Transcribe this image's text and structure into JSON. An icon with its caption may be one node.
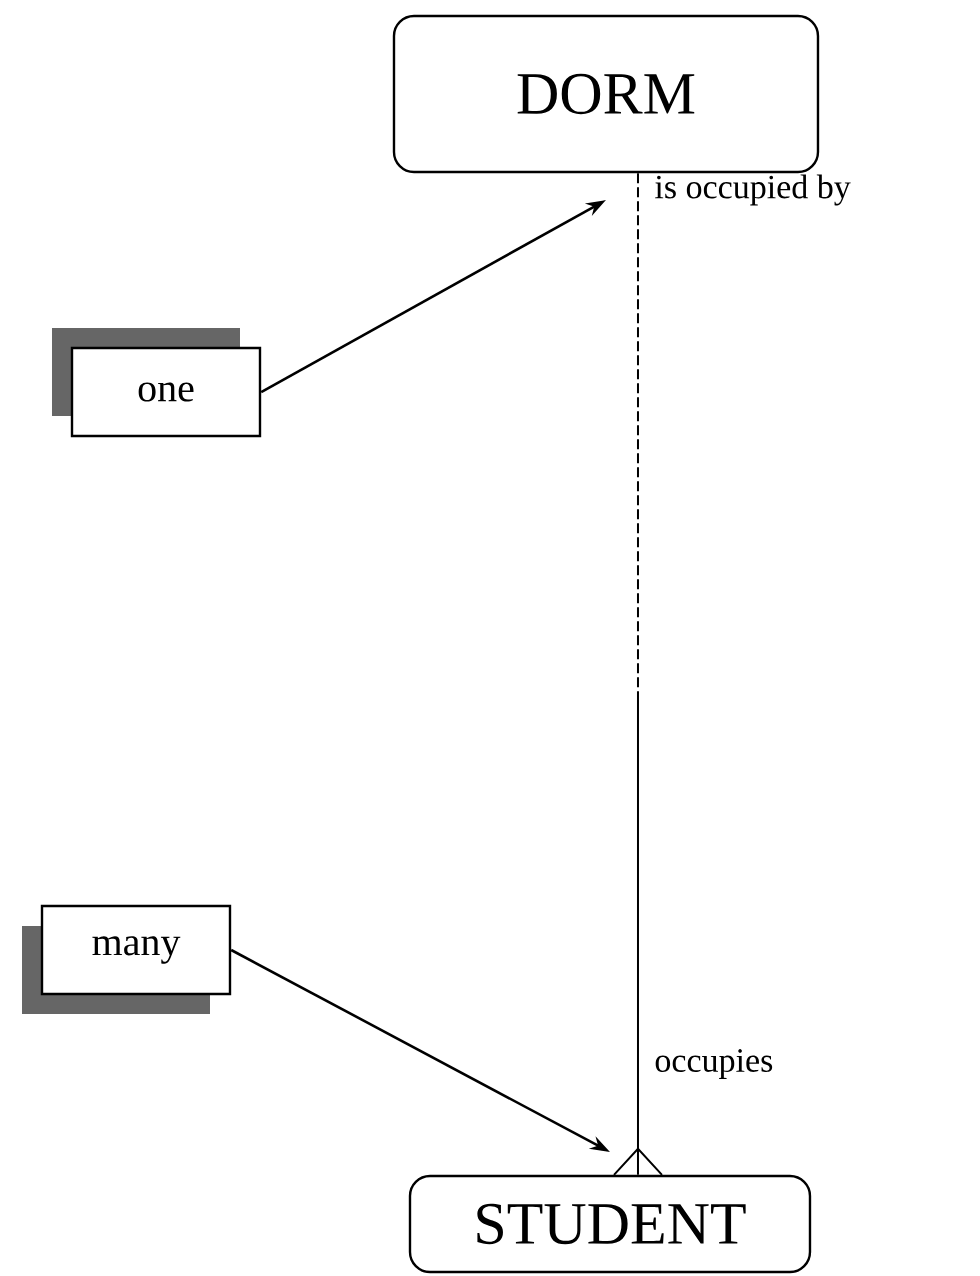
{
  "diagram": {
    "nodes": [
      {
        "text": [
          "DORM"
        ]
      },
      {
        "text": [
          "STUDENT"
        ]
      },
      {
        "text": [
          "one"
        ]
      },
      {
        "text": [
          "many"
        ]
      }
    ],
    "edges": [
      {
        "from": 0,
        "to": 1,
        "arrow": "other",
        "style": "dashed"
      },
      {
        "from": 2,
        "to": null,
        "arrow": "to"
      },
      {
        "from": 3,
        "to": null,
        "arrow": "to"
      }
    ],
    "labels": [
      "is occupied by",
      "occupies"
    ]
  }
}
